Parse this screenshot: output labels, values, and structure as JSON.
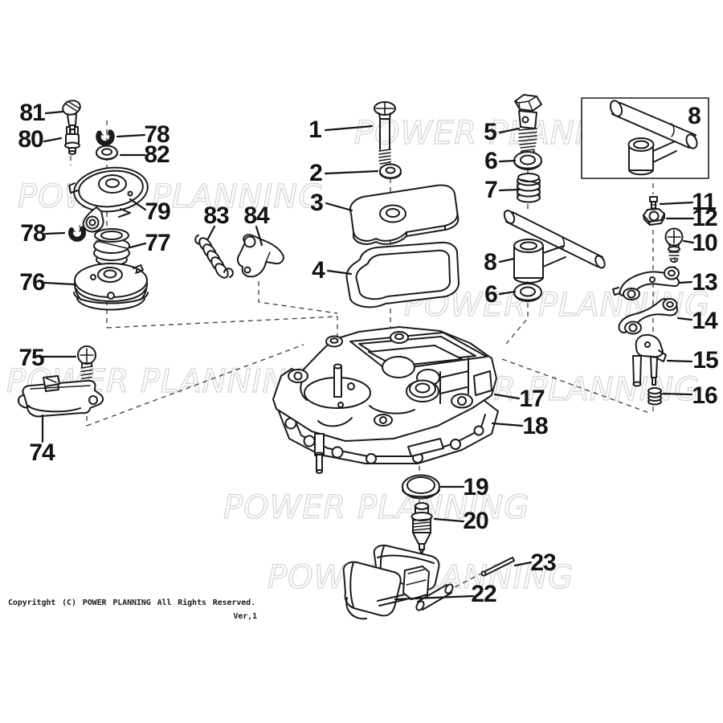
{
  "watermark": {
    "text": "POWER PLANNING"
  },
  "copyright": {
    "line1": "Copyritght (C)  POWER PLANNING All Rights Reserved.",
    "line2": "Ver,1"
  },
  "callouts": [
    {
      "text": "81"
    },
    {
      "text": "80"
    },
    {
      "text": "78"
    },
    {
      "text": "82"
    },
    {
      "text": "79"
    },
    {
      "text": "78"
    },
    {
      "text": "77"
    },
    {
      "text": "76"
    },
    {
      "text": "83"
    },
    {
      "text": "84"
    },
    {
      "text": "75"
    },
    {
      "text": "74"
    },
    {
      "text": "1"
    },
    {
      "text": "2"
    },
    {
      "text": "3"
    },
    {
      "text": "4"
    },
    {
      "text": "5"
    },
    {
      "text": "6"
    },
    {
      "text": "7"
    },
    {
      "text": "8"
    },
    {
      "text": "6"
    },
    {
      "text": "8"
    },
    {
      "text": "11"
    },
    {
      "text": "12"
    },
    {
      "text": "10"
    },
    {
      "text": "13"
    },
    {
      "text": "14"
    },
    {
      "text": "15"
    },
    {
      "text": "16"
    },
    {
      "text": "17"
    },
    {
      "text": "18"
    },
    {
      "text": "19"
    },
    {
      "text": "20"
    },
    {
      "text": "23"
    },
    {
      "text": "22"
    }
  ],
  "diagram_colors": {
    "line": "#1b1b1b",
    "watermark": "#d6d6d6"
  }
}
